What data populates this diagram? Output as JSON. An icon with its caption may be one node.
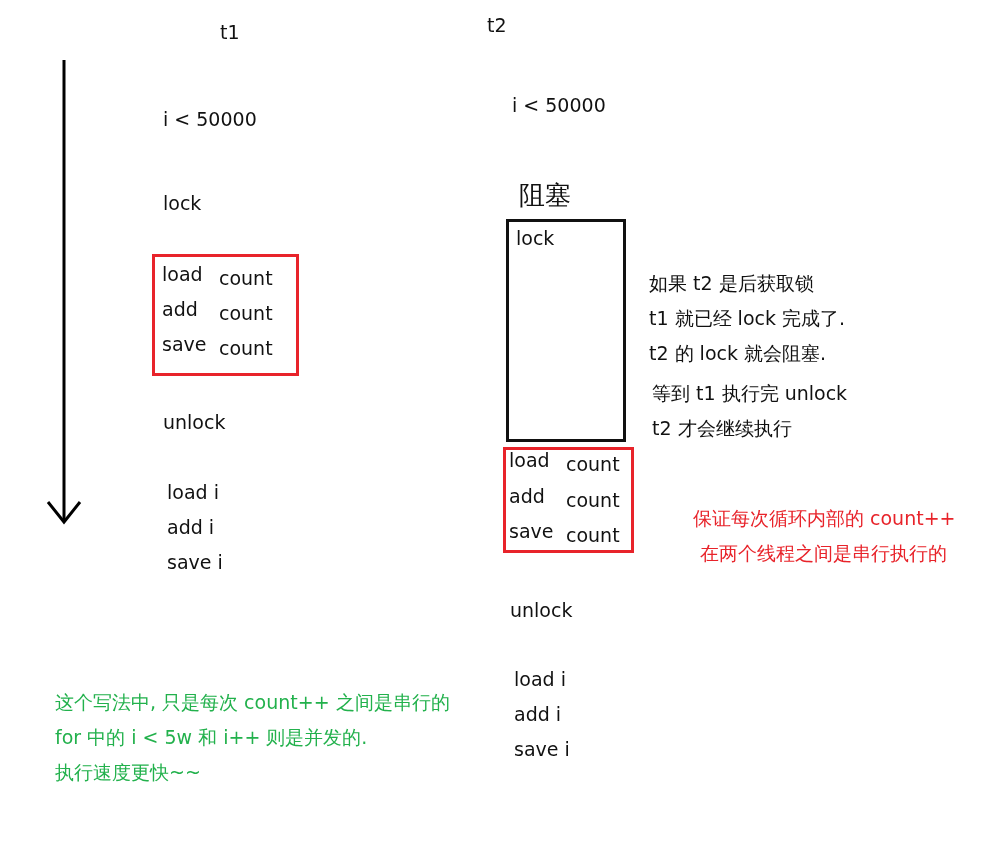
{
  "diagram": {
    "nodes": [
      {
        "text": [
          "load",
          "count",
          "add",
          "count",
          "save",
          "count"
        ]
      },
      {
        "text": [
          "阻塞",
          "lock"
        ]
      },
      {
        "text": [
          "load",
          "count",
          "add",
          "count",
          "save",
          "count"
        ]
      }
    ],
    "labels": [
      "t1",
      "t2",
      "i < 50000",
      "lock",
      "unlock",
      "load i",
      "add i",
      "save i",
      "i < 50000",
      "unlock",
      "load i",
      "add i",
      "save i",
      "如果 t2 是后获取锁",
      "t1 就已经 lock 完成了.",
      "t2 的 lock 就会阻塞.",
      "等到 t1 执行完 unlock",
      "t2 才会继续执行",
      "保证每次循环内部的 count++",
      "在两个线程之间是串行执行的",
      "这个写法中, 只是每次 count++ 之间是串行的",
      "for 中的 i < 5w 和 i++ 则是并发的.",
      "执行速度更快~~"
    ]
  }
}
